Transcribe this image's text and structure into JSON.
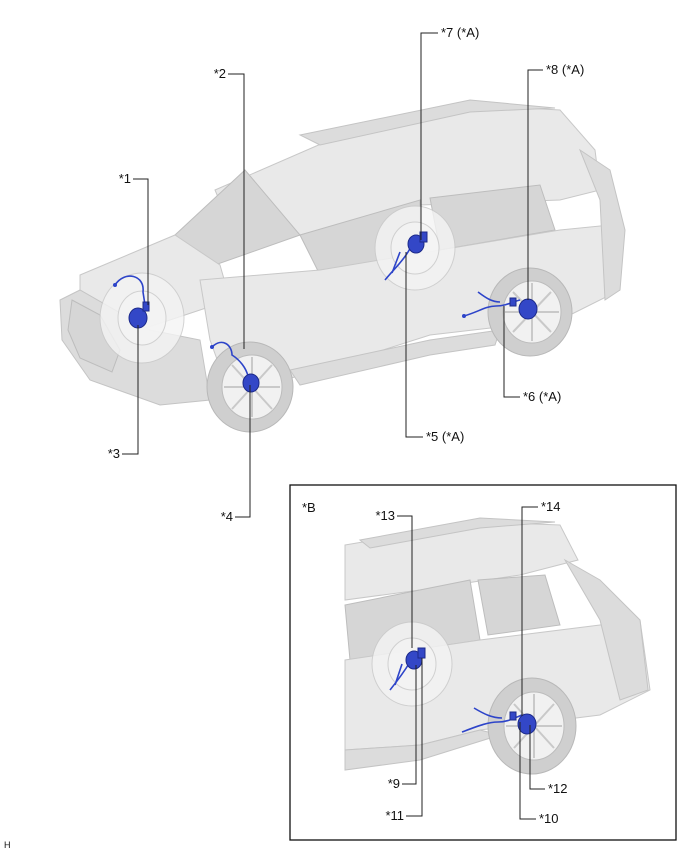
{
  "callouts": {
    "c1": "*1",
    "c2": "*2",
    "c3": "*3",
    "c4": "*4",
    "c5": "*5 (*A)",
    "c6": "*6 (*A)",
    "c7": "*7 (*A)",
    "c8": "*8 (*A)",
    "c9": "*9",
    "c10": "*10",
    "c11": "*11",
    "c12": "*12",
    "c13": "*13",
    "c14": "*14"
  },
  "inset": {
    "label": "*B"
  },
  "footer": {
    "code": "H"
  },
  "colors": {
    "harness": "#2d44c9",
    "body": "#e9e9e9",
    "line": "#222222"
  }
}
